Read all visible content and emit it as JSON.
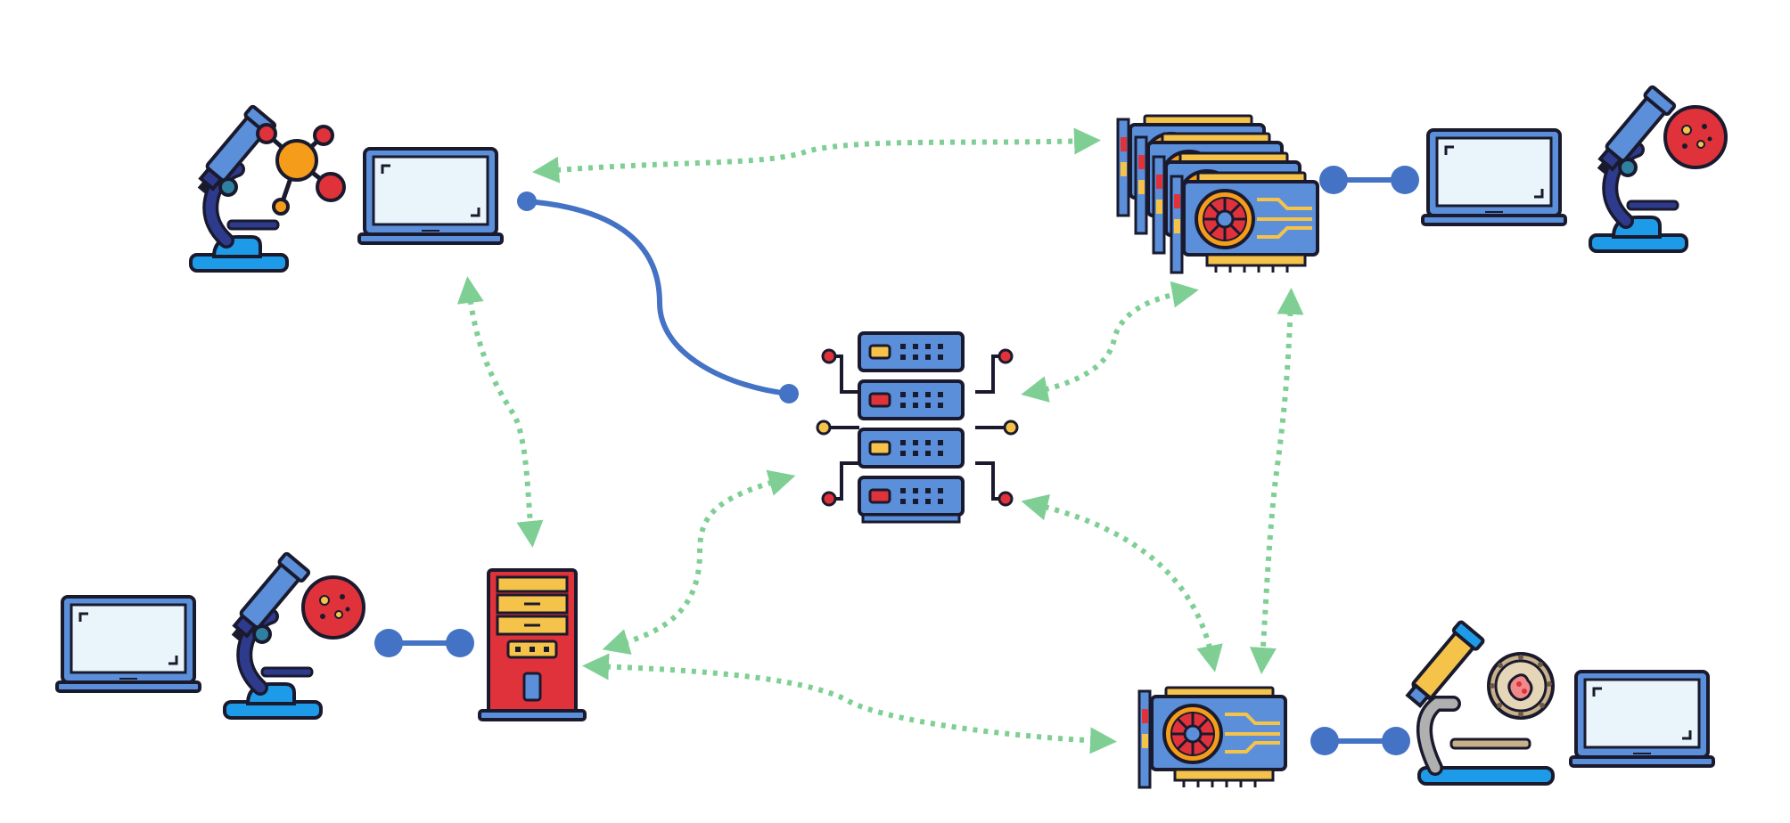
{
  "diagram": {
    "nodes": [
      {
        "id": "central-server",
        "kind": "server-rack"
      },
      {
        "id": "lab-top-left",
        "kind": "microscope-laptop",
        "sample": "molecule"
      },
      {
        "id": "lab-bottom-left",
        "kind": "microscope-laptop",
        "sample": "cell"
      },
      {
        "id": "lab-top-right",
        "kind": "microscope-laptop",
        "sample": "cell"
      },
      {
        "id": "lab-bottom-right",
        "kind": "microscope-laptop",
        "sample": "bacteria"
      },
      {
        "id": "desktop-tower",
        "kind": "desktop-computer"
      },
      {
        "id": "gpu-cluster",
        "kind": "gpu-cards-stack"
      },
      {
        "id": "single-gpu",
        "kind": "gpu-card"
      }
    ],
    "links": [
      {
        "from": "lab-top-left",
        "to": "central-server",
        "style": "solid"
      },
      {
        "from": "lab-top-left",
        "to": "gpu-cluster",
        "style": "dotted-bidirectional"
      },
      {
        "from": "lab-top-left",
        "to": "desktop-tower",
        "style": "dotted-bidirectional"
      },
      {
        "from": "central-server",
        "to": "gpu-cluster",
        "style": "dotted-bidirectional"
      },
      {
        "from": "central-server",
        "to": "desktop-tower",
        "style": "dotted-bidirectional"
      },
      {
        "from": "central-server",
        "to": "single-gpu",
        "style": "dotted-bidirectional"
      },
      {
        "from": "gpu-cluster",
        "to": "single-gpu",
        "style": "dotted-bidirectional"
      },
      {
        "from": "desktop-tower",
        "to": "single-gpu",
        "style": "dotted-bidirectional"
      },
      {
        "from": "lab-bottom-left",
        "to": "desktop-tower",
        "style": "solid"
      },
      {
        "from": "lab-top-right",
        "to": "gpu-cluster",
        "style": "solid"
      },
      {
        "from": "lab-bottom-right",
        "to": "single-gpu",
        "style": "solid"
      }
    ],
    "colors": {
      "solid_link": "#4472c4",
      "dotted_link": "#7fcf95",
      "outline": "#1a1a2e",
      "blue": "#5b8fd9",
      "light_blue": "#e9f4fb",
      "cyan": "#1e9be8",
      "navy": "#2e3a8c",
      "red": "#e0323b",
      "orange": "#f59c1a",
      "yellow": "#f5c34a",
      "gray": "#b0b0b0",
      "tan": "#c8b08a"
    }
  }
}
